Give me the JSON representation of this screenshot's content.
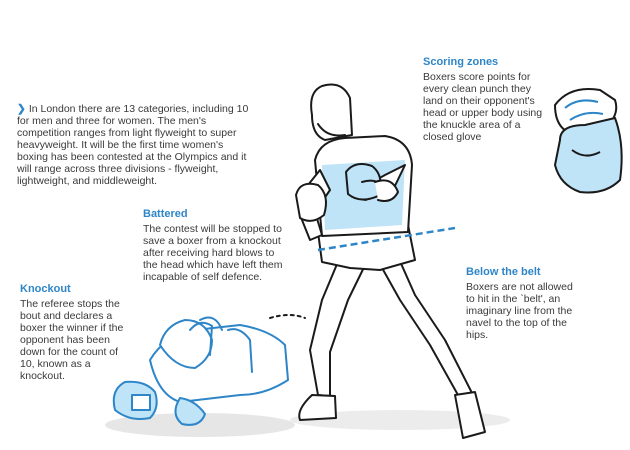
{
  "intro": {
    "text": "In London there are 13 categories, including 10 for men and three for women. The men's competition ranges from light flyweight to super heavyweight. It will be the first time women's boxing has been contested at the Olympics and it will range across three divisions - flyweight, lightweight, and middleweight."
  },
  "scoring": {
    "heading": "Scoring zones",
    "text": "Boxers score points for every clean punch they land on their opponent's head or upper body using the knuckle area of a closed glove"
  },
  "battered": {
    "heading": "Battered",
    "text": "The contest will be stopped to save a boxer from a knockout after receiving hard blows to the head which have left them incapable of self defence."
  },
  "knockout": {
    "heading": "Knockout",
    "text": "The referee stops the bout and declares a boxer the winner if the opponent has been down for the count of 10, known as a knockout."
  },
  "below_belt": {
    "heading": "Below the belt",
    "text": "Boxers are not allowed to hit in the `belt', an imaginary line from the navel to the top of the hips."
  },
  "colors": {
    "accent": "#2e86c8",
    "zone": "#bfe3f7",
    "ink": "#1a1a1a"
  }
}
